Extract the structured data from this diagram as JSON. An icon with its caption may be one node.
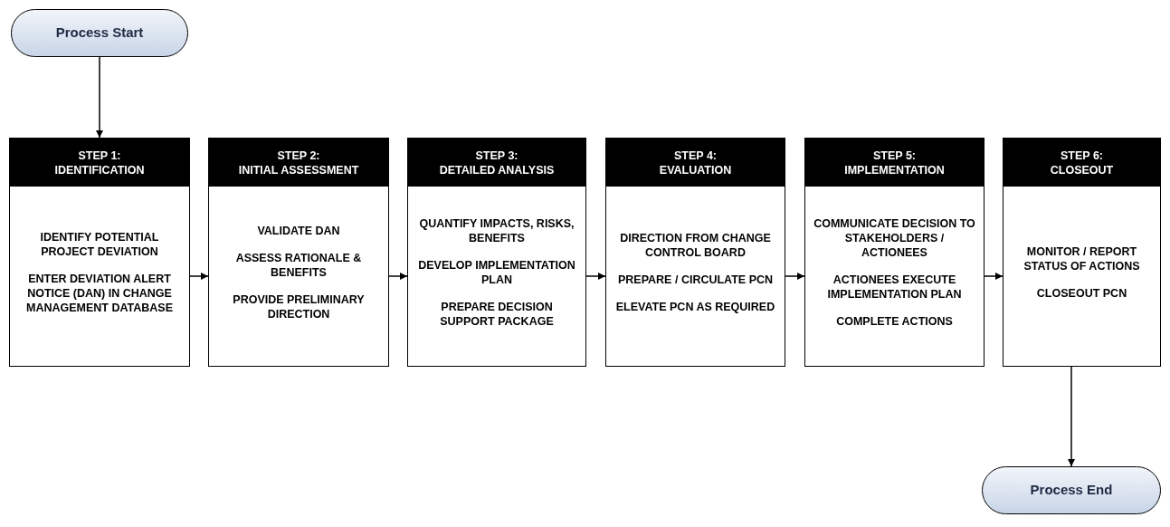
{
  "diagram": {
    "nodes": [
      {
        "text": [
          "Process Start"
        ]
      },
      {
        "text": [
          "STEP 1:",
          "IDENTIFICATION",
          "IDENTIFY POTENTIAL PROJECT DEVIATION",
          "ENTER DEVIATION ALERT NOTICE (DAN) IN CHANGE MANAGEMENT DATABASE"
        ]
      },
      {
        "text": [
          "STEP 2:",
          "INITIAL ASSESSMENT",
          "VALIDATE DAN",
          "ASSESS RATIONALE & BENEFITS",
          "PROVIDE PRELIMINARY DIRECTION"
        ]
      },
      {
        "text": [
          "STEP 3:",
          "DETAILED ANALYSIS",
          "QUANTIFY IMPACTS, RISKS, BENEFITS",
          "DEVELOP IMPLEMENTATION PLAN",
          "PREPARE DECISION SUPPORT PACKAGE"
        ]
      },
      {
        "text": [
          "STEP 4:",
          "EVALUATION",
          "DIRECTION FROM CHANGE CONTROL BOARD",
          "PREPARE / CIRCULATE PCN",
          "ELEVATE PCN AS REQUIRED"
        ]
      },
      {
        "text": [
          "STEP 5:",
          "IMPLEMENTATION",
          "COMMUNICATE DECISION TO STAKEHOLDERS / ACTIONEES",
          "ACTIONEES EXECUTE IMPLEMENTATION PLAN",
          "COMPLETE ACTIONS"
        ]
      },
      {
        "text": [
          "STEP 6:",
          "CLOSEOUT",
          "MONITOR / REPORT STATUS OF ACTIONS",
          "CLOSEOUT PCN"
        ]
      },
      {
        "text": [
          "Process End"
        ]
      }
    ],
    "edges": [
      {
        "from": 0,
        "to": 1,
        "arrow": "to"
      },
      {
        "from": 1,
        "to": 2,
        "arrow": "to"
      },
      {
        "from": 2,
        "to": 3,
        "arrow": "to"
      },
      {
        "from": 3,
        "to": 4,
        "arrow": "to"
      },
      {
        "from": 4,
        "to": 5,
        "arrow": "to"
      },
      {
        "from": 5,
        "to": 6,
        "arrow": "to"
      },
      {
        "from": 6,
        "to": 7,
        "arrow": "to"
      }
    ]
  }
}
